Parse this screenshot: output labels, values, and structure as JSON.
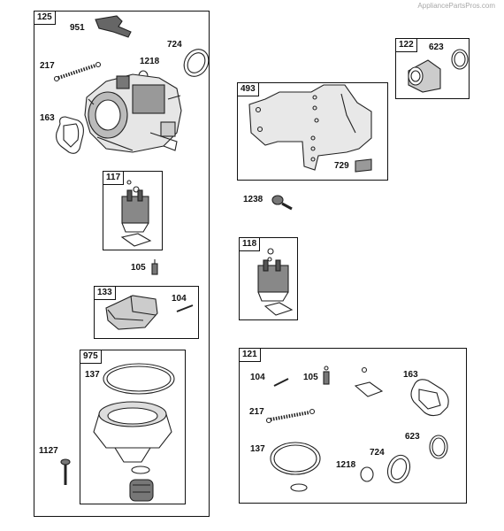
{
  "watermark": "AppliancePartsPros.com",
  "groups": {
    "g125": "125",
    "g117": "117",
    "g133": "133",
    "g975": "975",
    "g122": "122",
    "g493": "493",
    "g118": "118",
    "g121": "121"
  },
  "parts": {
    "p951": "951",
    "p724": "724",
    "p1218": "1218",
    "p217": "217",
    "p163": "163",
    "p105": "105",
    "p104": "104",
    "p137": "137",
    "p1127": "1127",
    "p623": "623",
    "p729": "729",
    "p1238": "1238",
    "k104": "104",
    "k105": "105",
    "k163": "163",
    "k217": "217",
    "k137": "137",
    "k1218": "1218",
    "k724": "724",
    "k623": "623"
  }
}
